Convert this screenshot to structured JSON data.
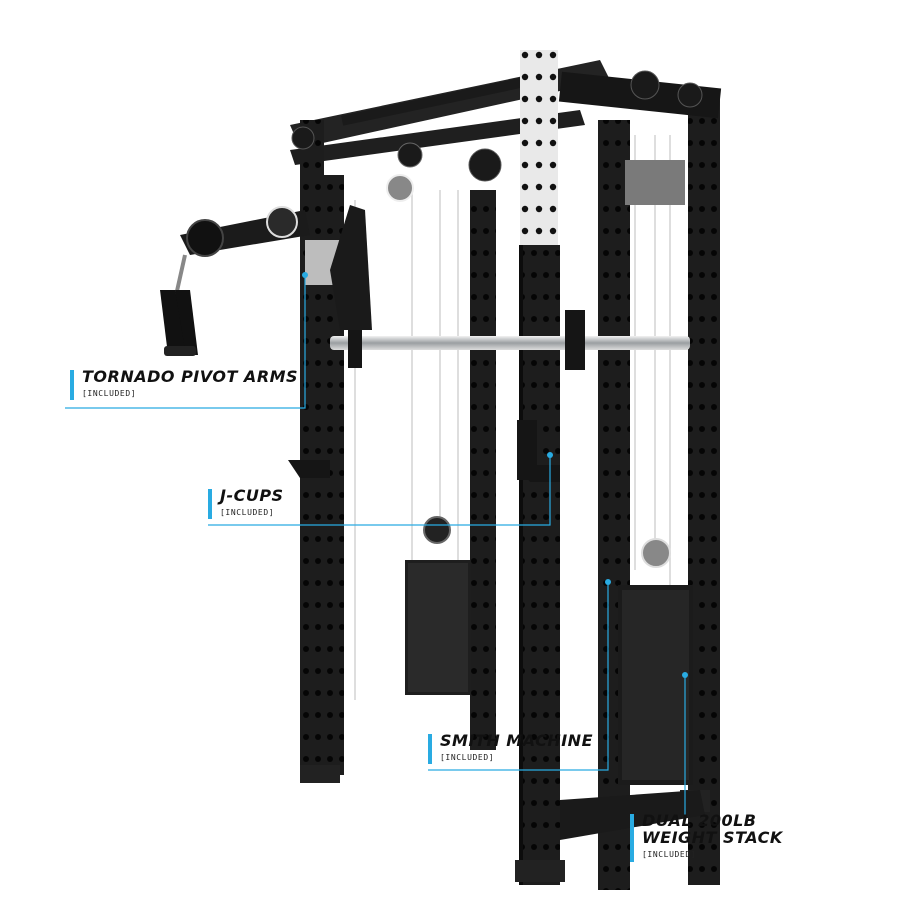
{
  "callouts": {
    "pivot_arms": {
      "title": "TORNADO PIVOT ARMS",
      "sub": "[INCLUDED]"
    },
    "j_cups": {
      "title": "J-CUPS",
      "sub": "[INCLUDED]"
    },
    "smith_machine": {
      "title": "SMITH MACHINE",
      "sub": "[INCLUDED]"
    },
    "weight_stack": {
      "title_line1": "DUAL 200LB",
      "title_line2": "WEIGHT STACK",
      "sub": "[INCLUDED]"
    }
  },
  "colors": {
    "accent": "#29abe2",
    "frame": "#1b1b1b",
    "chrome": "#bfc3c6"
  },
  "image_alt": "Functional trainer rack with Smith machine, pivot arms, J-cups and dual weight stacks"
}
